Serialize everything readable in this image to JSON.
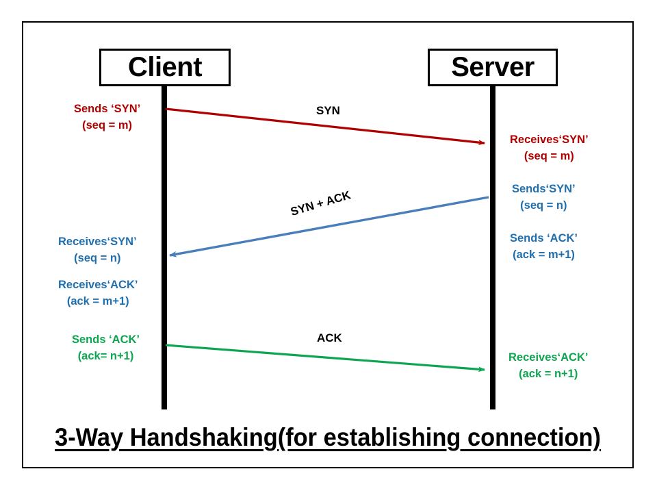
{
  "diagram": {
    "title": "3-Way Handshaking(for establishing connection)",
    "participants": {
      "client": "Client",
      "server": "Server"
    },
    "colors": {
      "syn": "#B00000",
      "syn_ack_line": "#4A7EBB",
      "syn_ack_text": "#1F6FAF",
      "ack": "#0DA54F",
      "frame": "#000000",
      "caption": "#000000"
    },
    "messages": [
      {
        "name": "syn",
        "caption": "SYN",
        "direction": "client-to-server",
        "color": "#B00000",
        "source_note": {
          "line1": "Sends ‘SYN’",
          "line2": "(seq = m)"
        },
        "target_note": {
          "line1": "Receives‘SYN’",
          "line2": "(seq = m)"
        }
      },
      {
        "name": "syn-ack",
        "caption": "SYN + ACK",
        "direction": "server-to-client",
        "color": "#4A7EBB",
        "source_note_a": {
          "line1": "Sends‘SYN’",
          "line2": "(seq = n)"
        },
        "source_note_b": {
          "line1": "Sends ‘ACK’",
          "line2": "(ack = m+1)"
        },
        "target_note_a": {
          "line1": "Receives‘SYN’",
          "line2": "(seq = n)"
        },
        "target_note_b": {
          "line1": "Receives‘ACK’",
          "line2": "(ack = m+1)"
        }
      },
      {
        "name": "ack",
        "caption": "ACK",
        "direction": "client-to-server",
        "color": "#0DA54F",
        "source_note": {
          "line1": "Sends ‘ACK’",
          "line2": "(ack= n+1)"
        },
        "target_note": {
          "line1": "Receives‘ACK’",
          "line2": "(ack = n+1)"
        }
      }
    ]
  }
}
